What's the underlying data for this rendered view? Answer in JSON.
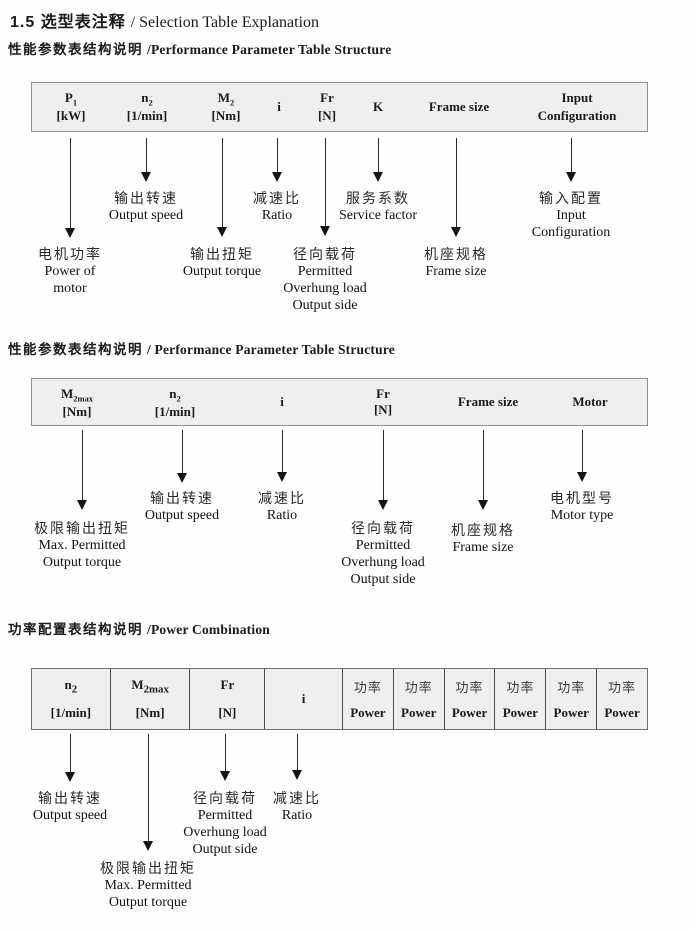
{
  "page": {
    "title_zh": "1.5 选型表注释",
    "title_en": "/ Selection Table Explanation"
  },
  "sections": [
    {
      "heading_zh": "性能参数表结构说明",
      "heading_en": "/Performance Parameter Table Structure",
      "columns": [
        {
          "sym": "P",
          "sub": "1",
          "unit": "[kW]"
        },
        {
          "sym": "n",
          "sub": "2",
          "unit": "[1/min]"
        },
        {
          "sym": "M",
          "sub": "2",
          "unit": "[Nm]"
        },
        {
          "sym": "i"
        },
        {
          "sym": "Fr",
          "unit": "[N]"
        },
        {
          "sym": "K"
        },
        {
          "sym": "Frame size"
        },
        {
          "line1": "Input",
          "line2": "Configuration"
        }
      ],
      "annotations": [
        {
          "zh": "电机功率",
          "en": [
            "Power of",
            "motor"
          ]
        },
        {
          "zh": "输出转速",
          "en": [
            "Output speed"
          ]
        },
        {
          "zh": "输出扭矩",
          "en": [
            "Output torque"
          ]
        },
        {
          "zh": "减速比",
          "en": [
            "Ratio"
          ]
        },
        {
          "zh": "径向载荷",
          "en": [
            "Permitted",
            "Overhung load",
            "Output side"
          ]
        },
        {
          "zh": "服务系数",
          "en": [
            "Service factor"
          ]
        },
        {
          "zh": "机座规格",
          "en": [
            "Frame size"
          ]
        },
        {
          "zh": "输入配置",
          "en": [
            "Input",
            "Configuration"
          ]
        }
      ]
    },
    {
      "heading_zh": "性能参数表结构说明",
      "heading_en": "/ Performance Parameter Table Structure",
      "columns": [
        {
          "sym": "M",
          "sub": "2max",
          "unit": "[Nm]"
        },
        {
          "sym": "n",
          "sub": "2",
          "unit": "[1/min]"
        },
        {
          "sym": "i"
        },
        {
          "sym": "Fr",
          "unit": "[N]"
        },
        {
          "sym": "Frame size"
        },
        {
          "sym": "Motor"
        }
      ],
      "annotations": [
        {
          "zh": "极限输出扭矩",
          "en": [
            "Max. Permitted",
            "Output torque"
          ]
        },
        {
          "zh": "输出转速",
          "en": [
            "Output speed"
          ]
        },
        {
          "zh": "减速比",
          "en": [
            "Ratio"
          ]
        },
        {
          "zh": "径向载荷",
          "en": [
            "Permitted",
            "Overhung load",
            "Output side"
          ]
        },
        {
          "zh": "机座规格",
          "en": [
            "Frame size"
          ]
        },
        {
          "zh": "电机型号",
          "en": [
            "Motor type"
          ]
        }
      ]
    },
    {
      "heading_zh": "功率配置表结构说明",
      "heading_en": "/Power Combination",
      "columns": [
        {
          "sym": "n",
          "sub": "2",
          "unit": "[1/min]"
        },
        {
          "sym": "M",
          "sub": "2max",
          "unit": "[Nm]"
        },
        {
          "sym": "Fr",
          "unit": "[N]"
        },
        {
          "sym": "i"
        }
      ],
      "power_cell": {
        "zh": "功率",
        "en": "Power"
      },
      "annotations": [
        {
          "zh": "输出转速",
          "en": [
            "Output speed"
          ]
        },
        {
          "zh": "极限输出扭矩",
          "en": [
            "Max. Permitted",
            "Output torque"
          ]
        },
        {
          "zh": "径向载荷",
          "en": [
            "Permitted",
            "Overhung load",
            "Output side"
          ]
        },
        {
          "zh": "减速比",
          "en": [
            "Ratio"
          ]
        }
      ]
    }
  ]
}
